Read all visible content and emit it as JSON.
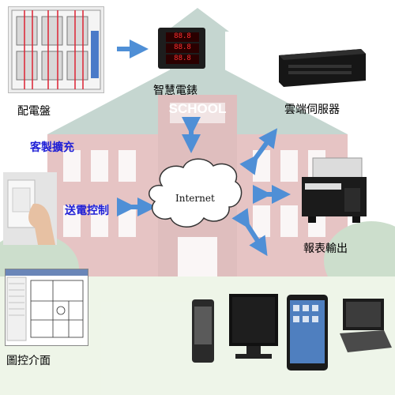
{
  "labels": {
    "panel": "配電盤",
    "meter": "智慧電錶",
    "server": "雲端伺服器",
    "custom": "客製擴充",
    "power_control": "送電控制",
    "report": "報表輸出",
    "map_ui": "圖控介面"
  },
  "cloud_text": "Internet",
  "school_sign": "SCHOOL",
  "meter_display": [
    "88.8",
    "88.8",
    "88.8"
  ],
  "colors": {
    "arrow": "#4f8fd6",
    "blue_text": "#1f1fd6",
    "building": "#c9a0a0",
    "roof": "#8faf9a"
  }
}
